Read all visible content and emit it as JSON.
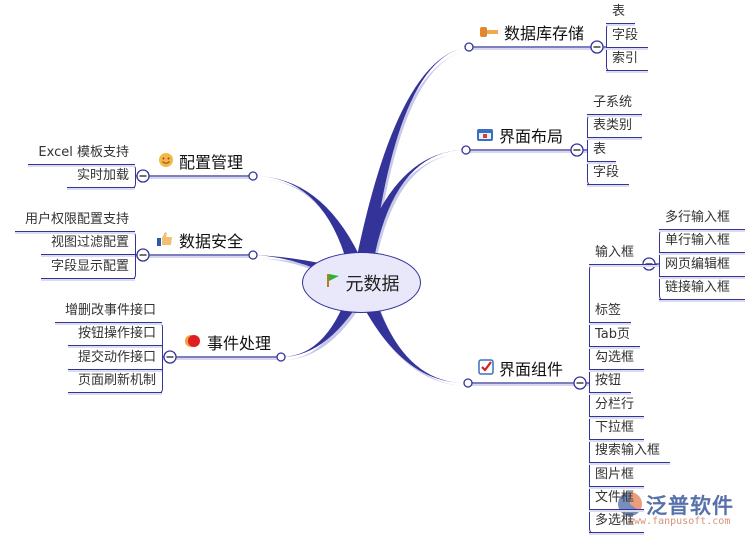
{
  "center": {
    "label": "元数据",
    "icon": "green-flag-icon"
  },
  "branches": [
    {
      "label": "数据库存储",
      "icon": "key-icon",
      "children": [
        "表",
        "字段",
        "索引"
      ]
    },
    {
      "label": "界面布局",
      "icon": "window-icon",
      "children": [
        "子系统",
        "表类别",
        "表",
        "字段"
      ]
    },
    {
      "label": "界面组件",
      "icon": "checkbox-icon",
      "children": [
        {
          "label": "输入框",
          "children": [
            "多行输入框",
            "单行输入框",
            "网页编辑框",
            "链接输入框"
          ]
        },
        "标签",
        "Tab页",
        "勾选框",
        "按钮",
        "分栏行",
        "下拉框",
        "搜索输入框",
        "图片框",
        "文件框",
        "多选框"
      ]
    },
    {
      "label": "配置管理",
      "icon": "smiley-icon",
      "children": [
        "Excel 模板支持",
        "实时加载"
      ]
    },
    {
      "label": "数据安全",
      "icon": "thumbs-up-icon",
      "children": [
        "用户权限配置支持",
        "视图过滤配置",
        "字段显示配置"
      ]
    },
    {
      "label": "事件处理",
      "icon": "red-ball-icon",
      "children": [
        "增删改事件接口",
        "按钮操作接口",
        "提交动作接口",
        "页面刷新机制"
      ]
    }
  ],
  "watermark": {
    "name": "泛普软件",
    "url": "www.fanpusoft.com"
  },
  "colors": {
    "branch": "#33339a",
    "shadow": "#c8c8e8",
    "center_fill": "#e8e8fa"
  }
}
